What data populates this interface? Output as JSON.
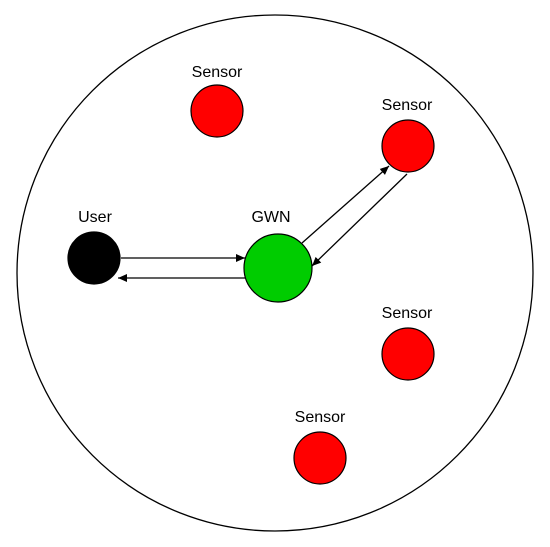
{
  "colors": {
    "sensor": "#ff0000",
    "gateway": "#00cc00",
    "user": "#000000",
    "outline": "#000000",
    "background": "#ffffff"
  },
  "labels": {
    "user": "User",
    "gateway": "GWN",
    "sensor_1": "Sensor",
    "sensor_2": "Sensor",
    "sensor_3": "Sensor",
    "sensor_4": "Sensor"
  }
}
